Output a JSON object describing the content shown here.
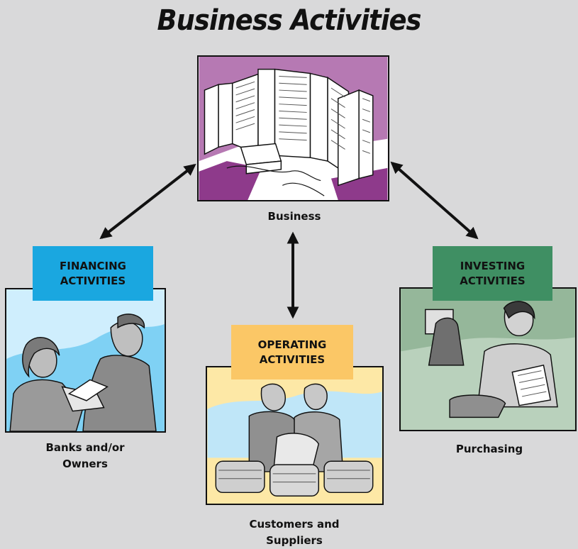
{
  "title": "Business Activities",
  "business": {
    "caption": "Business"
  },
  "financing": {
    "tag_line1": "FINANCING",
    "tag_line2": "ACTIVITIES",
    "caption_line1": "Banks and/or",
    "caption_line2": "Owners",
    "tag_color": "#1aa7e0",
    "panel_color": "#cfeefd"
  },
  "operating": {
    "tag_line1": "OPERATING",
    "tag_line2": "ACTIVITIES",
    "caption_line1": "Customers and",
    "caption_line2": "Suppliers",
    "tag_color": "#fbc766",
    "panel_color": "#fde8a6"
  },
  "investing": {
    "tag_line1": "INVESTING",
    "tag_line2": "ACTIVITIES",
    "caption_line1": "Purchasing",
    "tag_color": "#3f8f63",
    "panel_color": "#a8c7ac"
  },
  "colors": {
    "background": "#d9d9da",
    "building_accent": "#9a3b96"
  }
}
